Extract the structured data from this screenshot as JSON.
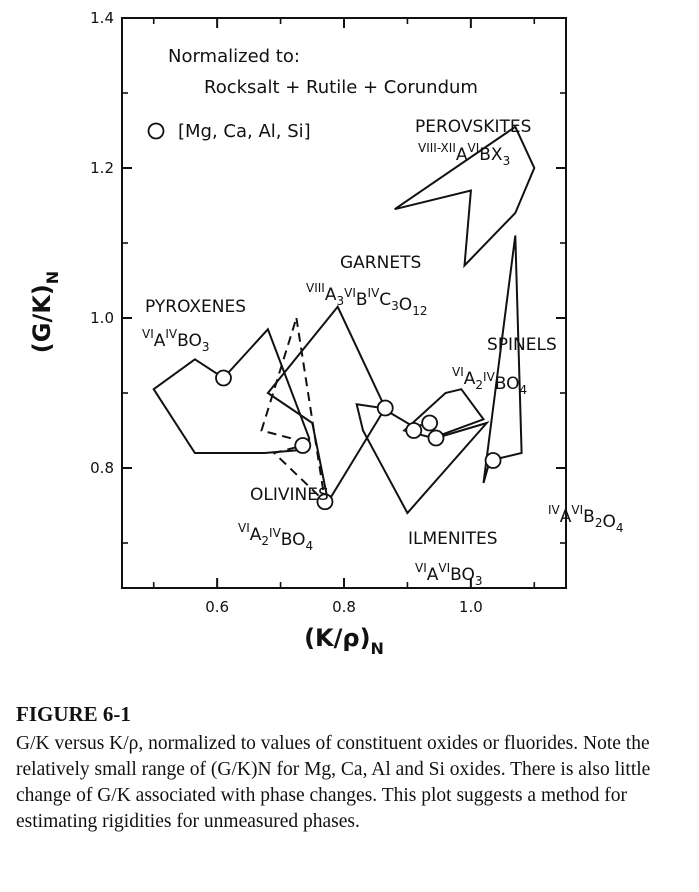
{
  "chart_data": {
    "type": "scatter",
    "xlabel": "(K/ρ)",
    "xlabel_sub": "N",
    "ylabel": "(G/K)",
    "ylabel_sub": "N",
    "xlim": [
      0.45,
      1.15
    ],
    "ylim": [
      0.64,
      1.4
    ],
    "x_ticks": [
      0.6,
      0.8,
      1.0
    ],
    "y_ticks": [
      0.8,
      1.0,
      1.2,
      1.4
    ],
    "x_tick_labels": [
      "0.6",
      "0.8",
      "1.0"
    ],
    "y_tick_labels": [
      "0.8",
      "1.0",
      "1.2",
      "1.4"
    ],
    "grid": false,
    "annotation": {
      "line1": "Normalized to:",
      "line2": "Rocksalt + Rutile + Corundum",
      "legend_label": "[Mg, Ca, Al, Si]"
    },
    "regions": [
      {
        "name": "PEROVSKITES",
        "formula": [
          [
            "VIII-XII",
            "A"
          ],
          [
            "VI",
            "BX"
          ],
          [
            "",
            "3"
          ]
        ],
        "dashed": false,
        "polygon": [
          [
            0.88,
            1.145
          ],
          [
            1.07,
            1.255
          ],
          [
            1.1,
            1.2
          ],
          [
            1.07,
            1.14
          ],
          [
            1.03,
            1.105
          ],
          [
            0.99,
            1.07
          ],
          [
            1.0,
            1.17
          ]
        ]
      },
      {
        "name": "PYROXENES",
        "formula": [
          [
            "VI",
            "A"
          ],
          [
            "IV",
            "BO"
          ],
          [
            "",
            "3"
          ]
        ],
        "dashed": false,
        "polygon": [
          [
            0.5,
            0.905
          ],
          [
            0.565,
            0.945
          ],
          [
            0.61,
            0.92
          ],
          [
            0.68,
            0.985
          ],
          [
            0.745,
            0.84
          ],
          [
            0.745,
            0.825
          ],
          [
            0.675,
            0.82
          ],
          [
            0.565,
            0.82
          ]
        ]
      },
      {
        "name": "GARNETS",
        "formula": [
          [
            "VIII",
            "A"
          ],
          [
            "",
            "3"
          ],
          [
            "VI",
            "B"
          ],
          [
            "IV",
            "C"
          ],
          [
            "",
            "3"
          ],
          [
            "",
            "O"
          ],
          [
            "",
            "12"
          ]
        ],
        "dashed": false,
        "polygon": [
          [
            0.68,
            0.9
          ],
          [
            0.79,
            1.015
          ],
          [
            0.865,
            0.88
          ],
          [
            0.775,
            0.755
          ],
          [
            0.75,
            0.86
          ]
        ]
      },
      {
        "name": "OLIVINES",
        "formula": [
          [
            "VI",
            "A"
          ],
          [
            "",
            "2"
          ],
          [
            "IV",
            "BO"
          ],
          [
            "",
            "4"
          ]
        ],
        "dashed": true,
        "polygon": [
          [
            0.725,
            1.0
          ],
          [
            0.77,
            0.755
          ],
          [
            0.69,
            0.82
          ],
          [
            0.735,
            0.83
          ],
          [
            0.715,
            0.84
          ],
          [
            0.67,
            0.85
          ]
        ]
      },
      {
        "name": "SPINELS",
        "formula": [
          [
            "VI",
            "A"
          ],
          [
            "",
            "2"
          ],
          [
            "IV",
            "BO"
          ],
          [
            "",
            "4"
          ]
        ],
        "dashed": false,
        "polygon": [
          [
            0.895,
            0.85
          ],
          [
            0.96,
            0.9
          ],
          [
            0.985,
            0.905
          ],
          [
            1.02,
            0.865
          ],
          [
            0.94,
            0.84
          ]
        ]
      },
      {
        "name": "ILMENITES",
        "formula": [
          [
            "VI",
            "A"
          ],
          [
            "VI",
            "BO"
          ],
          [
            "",
            "3"
          ]
        ],
        "dashed": false,
        "polygon": [
          [
            0.82,
            0.885
          ],
          [
            0.86,
            0.88
          ],
          [
            0.91,
            0.855
          ],
          [
            0.935,
            0.86
          ],
          [
            0.945,
            0.84
          ],
          [
            1.025,
            0.86
          ],
          [
            0.9,
            0.74
          ],
          [
            0.83,
            0.85
          ]
        ]
      },
      {
        "name": "",
        "formula": [
          [
            "IV",
            "A"
          ],
          [
            "VI",
            "B"
          ],
          [
            "",
            "2"
          ],
          [
            "",
            "O"
          ],
          [
            "",
            "4"
          ]
        ],
        "dashed": false,
        "polygon": [
          [
            1.07,
            1.11
          ],
          [
            1.08,
            0.82
          ],
          [
            1.03,
            0.81
          ],
          [
            1.02,
            0.78
          ]
        ]
      }
    ],
    "series": [
      {
        "name": "[Mg, Ca, Al, Si]",
        "marker": "open-circle",
        "x": [
          0.61,
          0.735,
          0.77,
          0.865,
          0.91,
          0.935,
          0.945,
          1.035
        ],
        "y": [
          0.92,
          0.83,
          0.755,
          0.88,
          0.85,
          0.86,
          0.84,
          0.81
        ]
      }
    ]
  },
  "caption": {
    "title": "FIGURE 6-1",
    "text": "G/K versus K/ρ, normalized to values of constituent oxides or fluorides. Note the relatively small range of (G/K)N for Mg, Ca, Al and Si oxides. There is also little change of G/K associated with phase changes. This plot suggests a method for estimating rigidities for unmeasured phases."
  }
}
